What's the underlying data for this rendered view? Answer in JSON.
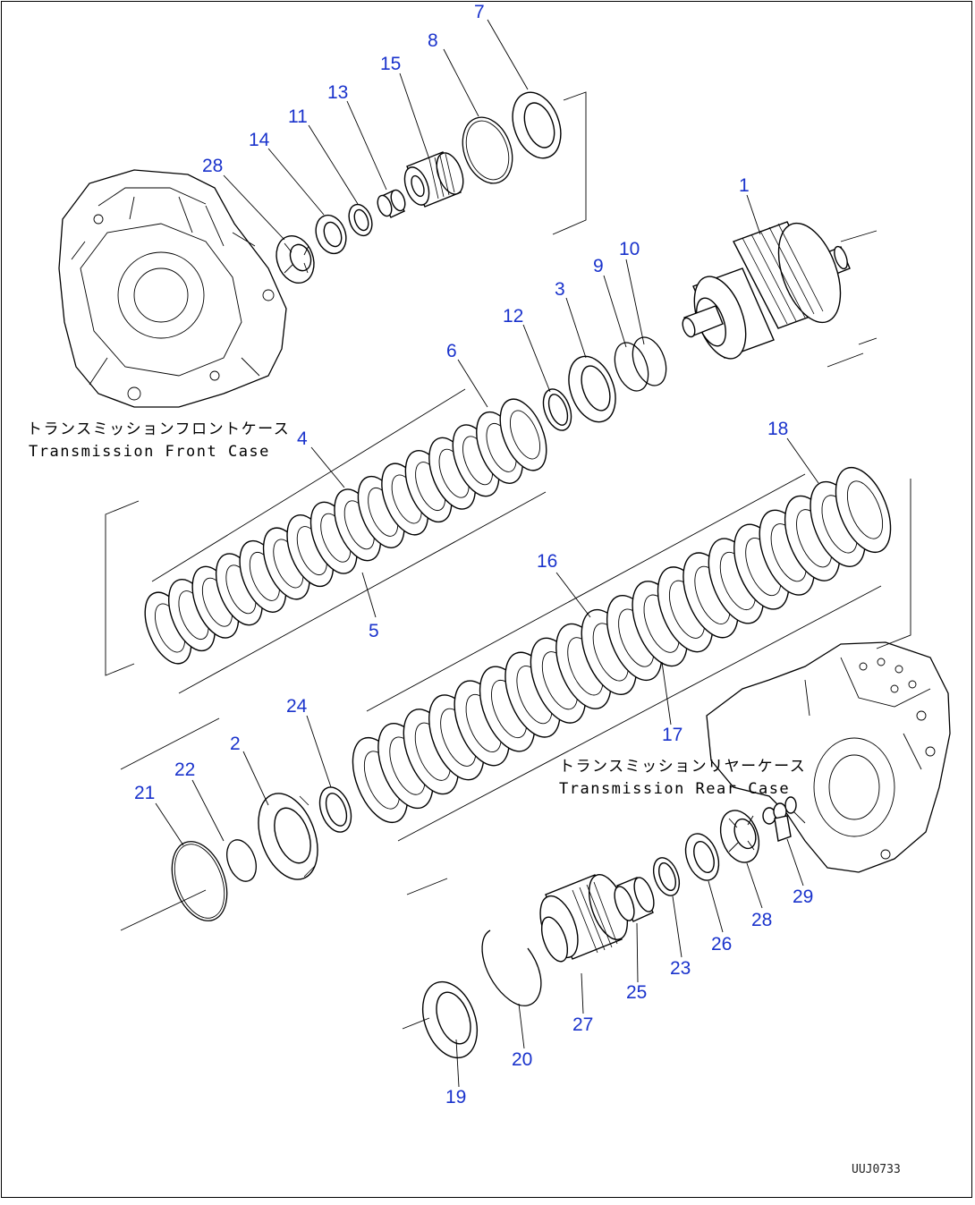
{
  "labels": {
    "front_case_jp": "トランスミッションフロントケース",
    "front_case_en": "Transmission Front Case",
    "rear_case_jp": "トランスミッションリヤーケース",
    "rear_case_en": "Transmission Rear Case",
    "drawing_code": "UUJ0733"
  },
  "callouts": [
    {
      "id": "c1",
      "text": "1"
    },
    {
      "id": "c2",
      "text": "2"
    },
    {
      "id": "c3",
      "text": "3"
    },
    {
      "id": "c4",
      "text": "4"
    },
    {
      "id": "c5",
      "text": "5"
    },
    {
      "id": "c6",
      "text": "6"
    },
    {
      "id": "c7",
      "text": "7"
    },
    {
      "id": "c8",
      "text": "8"
    },
    {
      "id": "c9",
      "text": "9"
    },
    {
      "id": "c10",
      "text": "10"
    },
    {
      "id": "c11",
      "text": "11"
    },
    {
      "id": "c12",
      "text": "12"
    },
    {
      "id": "c13",
      "text": "13"
    },
    {
      "id": "c14",
      "text": "14"
    },
    {
      "id": "c15",
      "text": "15"
    },
    {
      "id": "c16",
      "text": "16"
    },
    {
      "id": "c17",
      "text": "17"
    },
    {
      "id": "c18",
      "text": "18"
    },
    {
      "id": "c19",
      "text": "19"
    },
    {
      "id": "c20",
      "text": "20"
    },
    {
      "id": "c21",
      "text": "21"
    },
    {
      "id": "c22",
      "text": "22"
    },
    {
      "id": "c23",
      "text": "23"
    },
    {
      "id": "c24",
      "text": "24"
    },
    {
      "id": "c25",
      "text": "25"
    },
    {
      "id": "c26",
      "text": "26"
    },
    {
      "id": "c27",
      "text": "27"
    },
    {
      "id": "c28a",
      "text": "28"
    },
    {
      "id": "c28b",
      "text": "28"
    },
    {
      "id": "c29",
      "text": "29"
    }
  ]
}
